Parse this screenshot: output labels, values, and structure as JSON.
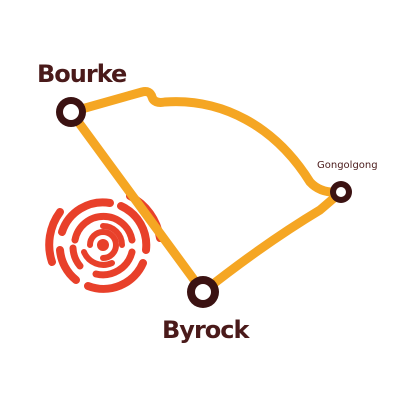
{
  "map": {
    "route_color": "#f5a623",
    "node_outer_color": "#3b1212",
    "node_inner_color": "#ffffff",
    "label_color": "#4a1a1a",
    "marker_color": "#e8402a",
    "marker_icon": "concentric-arcs-icon",
    "places": [
      {
        "id": "bourke",
        "label": "Bourke",
        "type": "major"
      },
      {
        "id": "gongolgong",
        "label": "Gongolgong",
        "type": "minor"
      },
      {
        "id": "byrock",
        "label": "Byrock",
        "type": "major"
      }
    ]
  }
}
